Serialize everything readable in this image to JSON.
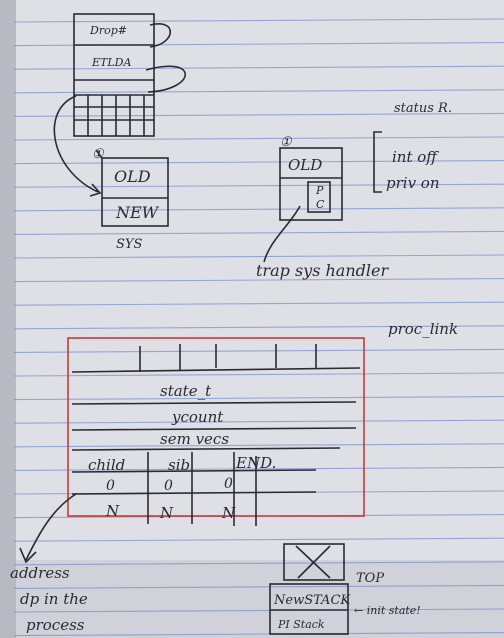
{
  "colors": {
    "paper": "#dfdfe6",
    "paper_shadow": "#a9a9b3",
    "rule_line": "#6f86c9",
    "ink": "#2a2a33",
    "red_ink": "#c63a3a"
  },
  "diagram_top": {
    "box_labels": [
      "Drop#",
      "ETLDA"
    ],
    "handler_labels": [
      "OLD",
      "NEW"
    ],
    "handler_caption": "SYS",
    "handler_number": "①"
  },
  "diagram_status": {
    "title": "status R.",
    "number": "①",
    "old_label": "OLD",
    "inner_labels": [
      "P",
      "C"
    ],
    "flags": [
      "int off",
      "priv on"
    ],
    "caption": "trap sys handler"
  },
  "diagram_proc": {
    "title": "proc_link",
    "rows": [
      "state_t",
      "ycount",
      "sem vecs"
    ],
    "columns": [
      "child",
      "sib",
      "END."
    ],
    "row_zero": [
      "0",
      "0",
      "0"
    ],
    "row_n": [
      "N",
      "N",
      "N"
    ],
    "note_lines": [
      "address",
      "dp in the",
      "process"
    ]
  },
  "diagram_stack": {
    "top_label": "TOP",
    "rows": [
      "NewSTACK",
      "PI Stack"
    ],
    "note": "← init state!"
  }
}
